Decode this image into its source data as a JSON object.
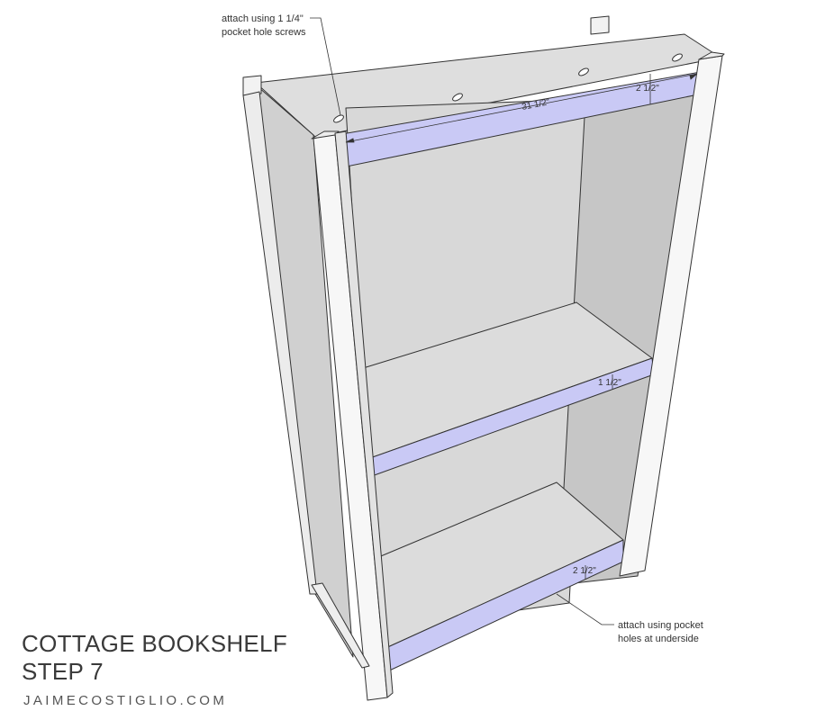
{
  "annotations": {
    "top_note_line1": "attach using 1 1/4\"",
    "top_note_line2": "pocket hole screws",
    "bottom_note_line1": "attach using pocket",
    "bottom_note_line2": "holes at underside"
  },
  "dimensions": {
    "top_rail_length": "31 1/2\"",
    "top_rail_height": "2 1/2\"",
    "middle_rail_height": "1 1/2\"",
    "bottom_rail_height": "2 1/2\""
  },
  "title": {
    "line1": "COTTAGE BOOKSHELF",
    "line2": "STEP 7"
  },
  "site": "JAIMECOSTIGLIO.COM",
  "colors": {
    "highlight": "#c9c9f5",
    "panel": "#dcdcdc",
    "panel_dark": "#c6c6c6",
    "frame": "#f7f7f7",
    "line": "#333333"
  }
}
